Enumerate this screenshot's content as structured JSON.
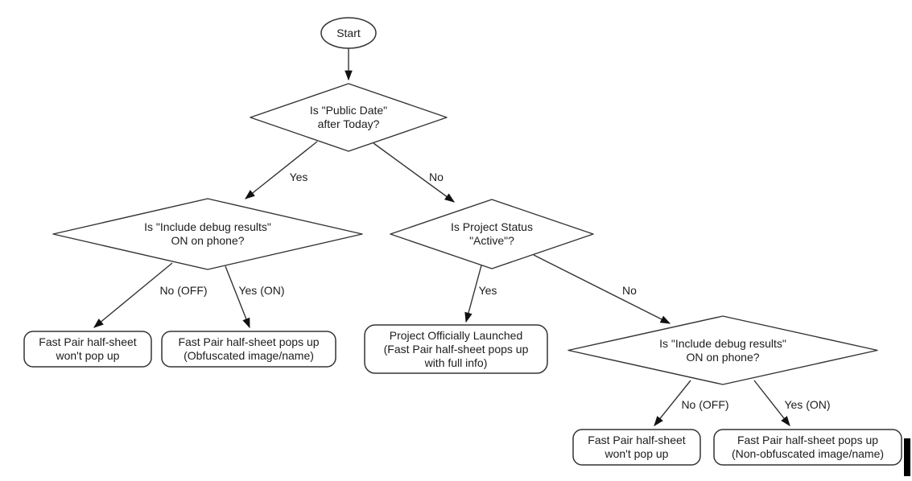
{
  "flowchart": {
    "nodes": {
      "start": "Start",
      "decision_public_date": "Is \"Public Date\"\nafter Today?",
      "decision_debug_left": "Is \"Include debug results\"\nON on phone?",
      "decision_project_status": "Is Project Status\n\"Active\"?",
      "decision_debug_right": "Is \"Include debug results\"\nON on phone?",
      "outcome_no_popup_left": "Fast Pair half-sheet\nwon't pop up",
      "outcome_obfuscated": "Fast Pair half-sheet pops up\n(Obfuscated image/name)",
      "outcome_launched": "Project Officially Launched\n(Fast Pair half-sheet pops up\nwith full info)",
      "outcome_no_popup_right": "Fast Pair half-sheet\nwon't pop up",
      "outcome_non_obfuscated": "Fast Pair half-sheet pops up\n(Non-obfuscated image/name)"
    },
    "edge_labels": {
      "yes_top": "Yes",
      "no_top": "No",
      "no_off_left": "No (OFF)",
      "yes_on_left": "Yes (ON)",
      "yes_mid": "Yes",
      "no_mid": "No",
      "no_off_right": "No (OFF)",
      "yes_on_right": "Yes (ON)"
    },
    "colors": {
      "shape_outline": "#333333",
      "shape_fill": "#ffffff",
      "arrowhead": "#111111",
      "text": "#1c1c1c"
    }
  }
}
